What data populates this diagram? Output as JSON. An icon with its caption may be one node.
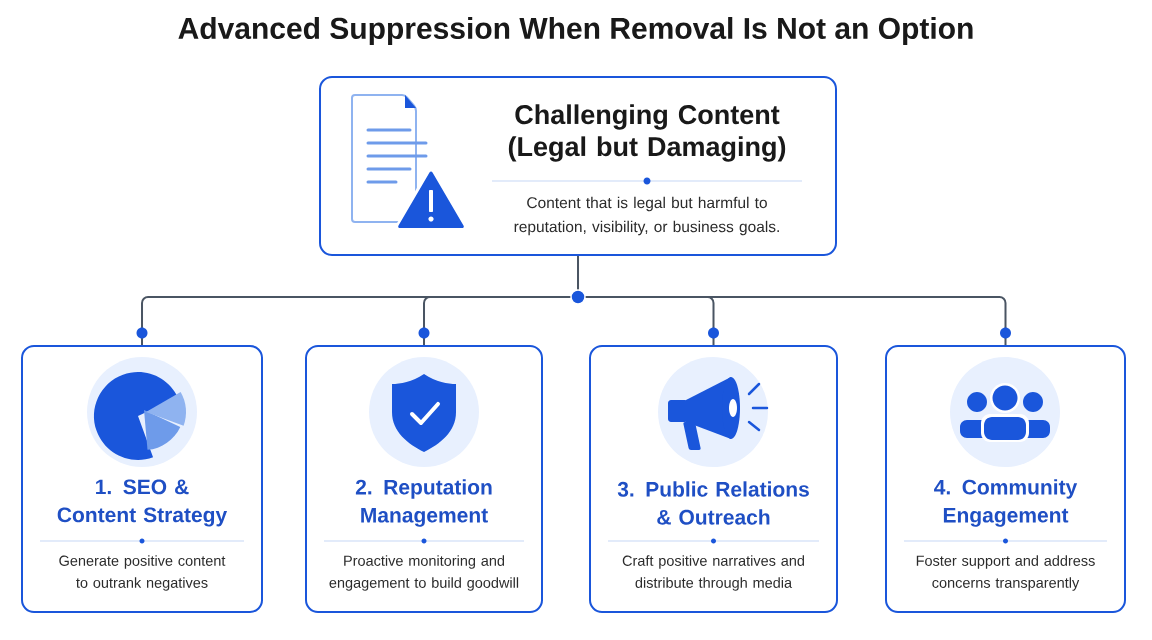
{
  "diagram": {
    "title": "Advanced Suppression When Removal Is Not an Option",
    "nodes": [
      {
        "text": [
          "Challenging Content (Legal but Damaging)",
          "Content that is legal but harmful to reputation, visibility, or business goals."
        ]
      },
      {
        "text": [
          "1. SEO & Content Strategy",
          "Generate positive content to outrank negatives"
        ]
      },
      {
        "text": [
          "2. Reputation Management",
          "Proactive monitoring and engagement to build goodwill"
        ]
      },
      {
        "text": [
          "3. Public Relations & Outreach",
          "Craft positive narratives and distribute through media"
        ]
      },
      {
        "text": [
          "4. Community Engagement",
          "Foster support and address concerns transparently"
        ]
      }
    ],
    "edges": [
      {
        "from": 0,
        "to": 1,
        "arrow": "none"
      },
      {
        "from": 0,
        "to": 2,
        "arrow": "none"
      },
      {
        "from": 0,
        "to": 3,
        "arrow": "none"
      },
      {
        "from": 0,
        "to": 4,
        "arrow": "none"
      }
    ]
  }
}
